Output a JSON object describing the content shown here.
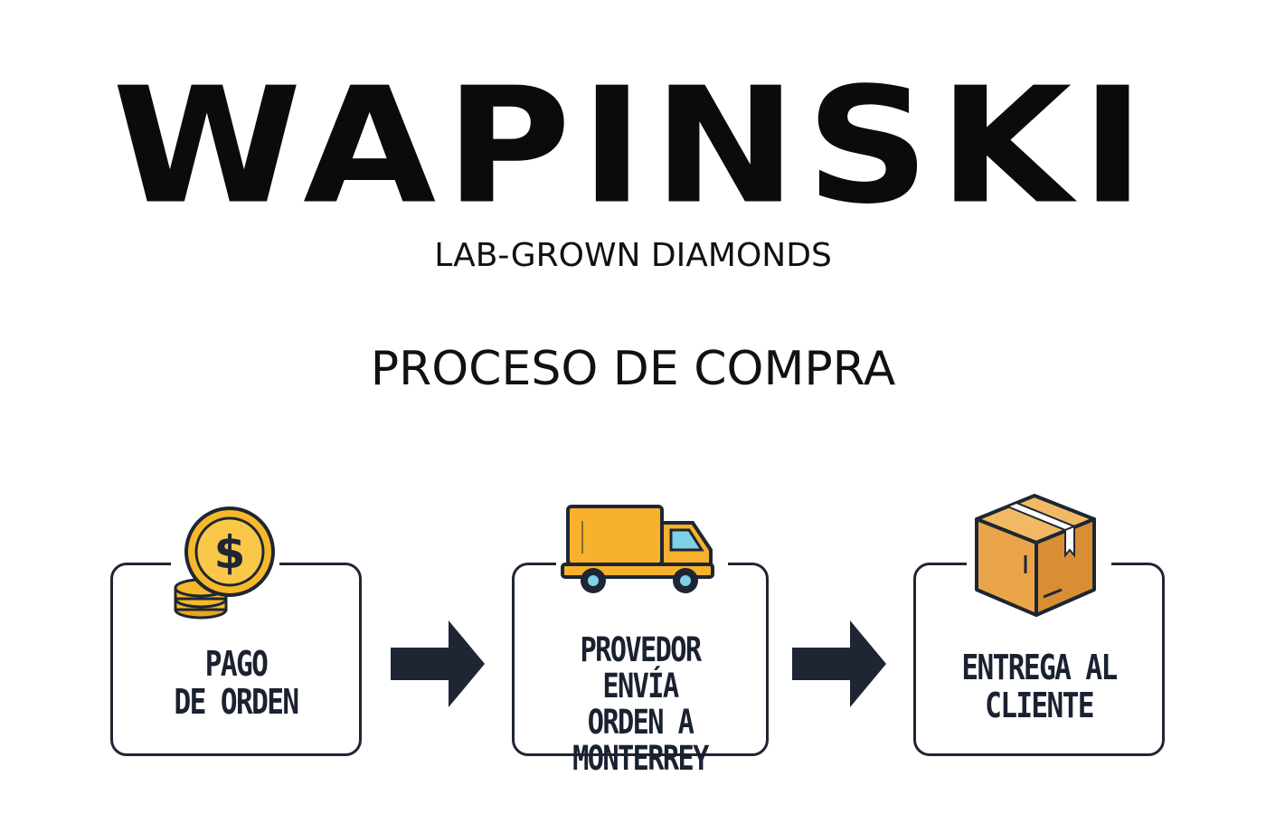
{
  "brand": {
    "name": "WAPINSKI",
    "tagline": "LAB-GROWN DIAMONDS"
  },
  "section_title": "PROCESO DE COMPRA",
  "steps": [
    {
      "label_line1": "PAGO",
      "label_line2": "DE ORDEN",
      "icon": "coin-dollar-icon"
    },
    {
      "label_line1": "PROVEDOR ENVÍA",
      "label_line2": "ORDEN A",
      "label_line3": "MONTERREY",
      "icon": "delivery-truck-icon"
    },
    {
      "label_line1": "ENTREGA AL",
      "label_line2": "CLIENTE",
      "icon": "package-box-icon"
    }
  ],
  "colors": {
    "box_border": "#1e2633",
    "arrow": "#1e2633",
    "coin_gold": "#f6b92a",
    "truck_orange": "#f7b12c",
    "box_cardboard": "#eaa54a"
  }
}
